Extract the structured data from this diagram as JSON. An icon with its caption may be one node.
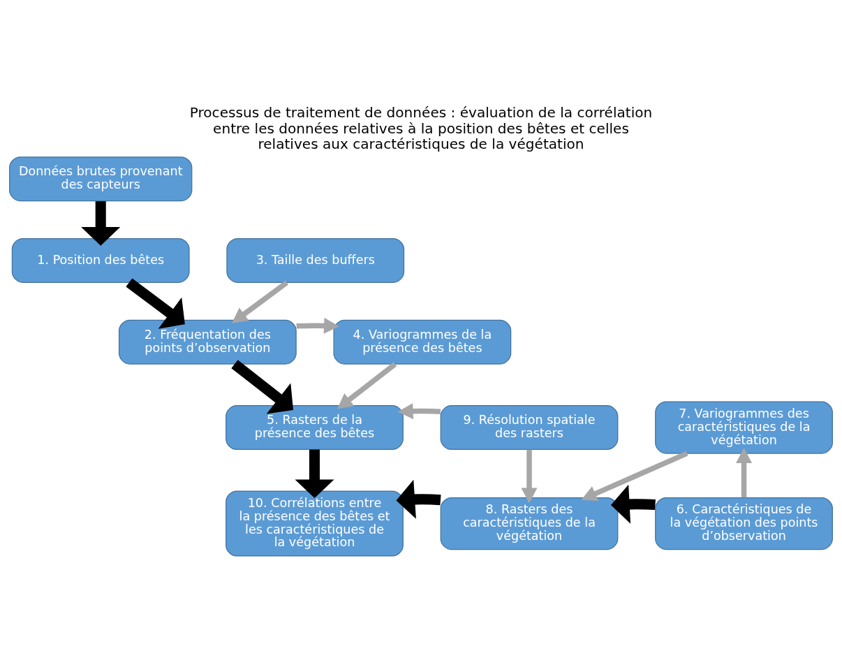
{
  "diagram": {
    "title": "Processus de traitement de données : évaluation de la corrélation entre les données relatives à la position des bêtes et celles relatives aux caractéristiques de la végétation",
    "nodes": [
      {
        "text": [
          "Données brutes provenant des capteurs"
        ]
      },
      {
        "text": [
          "1. Position des bêtes"
        ]
      },
      {
        "text": [
          "3. Taille des buffers"
        ]
      },
      {
        "text": [
          "2. Fréquentation des points d’observation"
        ]
      },
      {
        "text": [
          "4. Variogrammes de la présence des bêtes"
        ]
      },
      {
        "text": [
          "5. Rasters de la présence des bêtes"
        ]
      },
      {
        "text": [
          "9. Résolution spatiale des rasters"
        ]
      },
      {
        "text": [
          "7. Variogrammes des caractéristiques de la végétation"
        ]
      },
      {
        "text": [
          "10. Corrélations entre la présence des bêtes et les caractéristiques de la végétation"
        ]
      },
      {
        "text": [
          "8. Rasters des caractéristiques de la végétation"
        ]
      },
      {
        "text": [
          "6. Caractéristiques de la végétation des points d’observation"
        ]
      }
    ],
    "edges": [
      {
        "from": 0,
        "to": 1,
        "arrow": "to",
        "style": "thick",
        "color": "#000000"
      },
      {
        "from": 1,
        "to": 3,
        "arrow": "to",
        "style": "thick",
        "color": "#000000"
      },
      {
        "from": 2,
        "to": 3,
        "arrow": "to"
      },
      {
        "from": 3,
        "to": 4,
        "arrow": "to"
      },
      {
        "from": 3,
        "to": 5,
        "arrow": "to",
        "style": "thick",
        "color": "#000000"
      },
      {
        "from": 4,
        "to": 5,
        "arrow": "to"
      },
      {
        "from": 6,
        "to": 5,
        "arrow": "to"
      },
      {
        "from": 6,
        "to": 9,
        "arrow": "to"
      },
      {
        "from": 7,
        "to": 9,
        "arrow": "to"
      },
      {
        "from": 10,
        "to": 7,
        "arrow": "to"
      },
      {
        "from": 5,
        "to": 8,
        "arrow": "to",
        "style": "thick",
        "color": "#000000"
      },
      {
        "from": 9,
        "to": 8,
        "arrow": "to",
        "style": "thick",
        "color": "#000000"
      },
      {
        "from": 10,
        "to": 9,
        "arrow": "to",
        "style": "thick",
        "color": "#000000"
      }
    ]
  }
}
